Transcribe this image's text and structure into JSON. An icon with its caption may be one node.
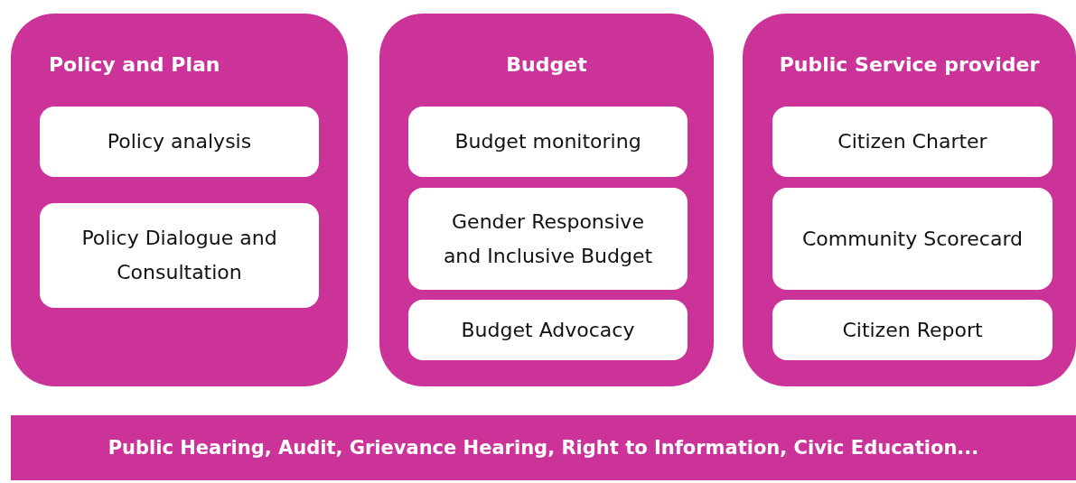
{
  "diagram": {
    "nodes": [
      {
        "text": [
          "Policy and Plan"
        ]
      },
      {
        "text": [
          "Policy analysis"
        ],
        "in": 0
      },
      {
        "text": [
          "Policy Dialogue and Consultation"
        ],
        "in": 0
      },
      {
        "text": [
          "Budget"
        ]
      },
      {
        "text": [
          "Budget monitoring"
        ],
        "in": 3
      },
      {
        "text": [
          "Gender Responsive and Inclusive Budget"
        ],
        "in": 3
      },
      {
        "text": [
          "Budget Advocacy"
        ],
        "in": 3
      },
      {
        "text": [
          "Public Service provider"
        ]
      },
      {
        "text": [
          "Citizen Charter"
        ],
        "in": 7
      },
      {
        "text": [
          "Community Scorecard"
        ],
        "in": 7
      },
      {
        "text": [
          "Citizen Report"
        ],
        "in": 7
      },
      {
        "text": [
          "Public Hearing, Audit, Grievance Hearing, Right to Information, Civic Education..."
        ]
      }
    ]
  }
}
